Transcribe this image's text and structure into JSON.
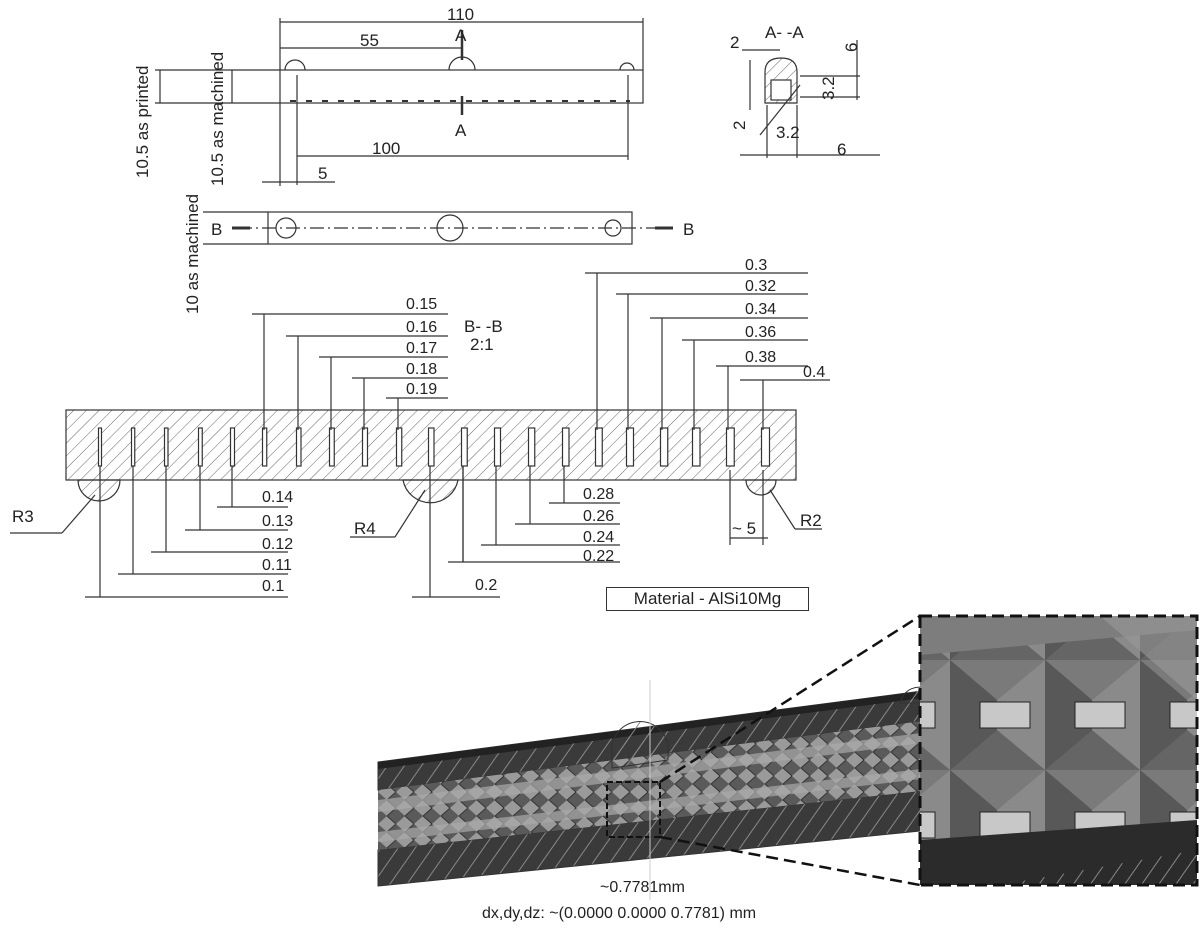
{
  "top_view": {
    "overall_length": "110",
    "half_length": "55",
    "hole_spacing": "100",
    "edge_offset": "5",
    "height_printed": "10.5 as printed",
    "height_machined": "10.5 as machined",
    "section_label_top": "A",
    "section_label_bottom": "A"
  },
  "section_a": {
    "title": "A- -A",
    "dims": [
      "2",
      "6",
      "3.2",
      "2",
      "3.2",
      "6"
    ]
  },
  "plan_view": {
    "width_machined": "10 as machined",
    "section_label_left": "B",
    "section_label_right": "B"
  },
  "section_b": {
    "title": "B- -B",
    "scale": "2:1",
    "upper_left_gaps": [
      "0.15",
      "0.16",
      "0.17",
      "0.18",
      "0.19"
    ],
    "upper_right_gaps": [
      "0.3",
      "0.32",
      "0.34",
      "0.36",
      "0.38",
      "0.4"
    ],
    "lower_left_gaps": [
      "0.14",
      "0.13",
      "0.12",
      "0.11",
      "0.1"
    ],
    "lower_mid_gap": "0.2",
    "lower_right_gaps": [
      "0.28",
      "0.26",
      "0.24",
      "0.22"
    ],
    "radius_left": "R3",
    "radius_mid": "R4",
    "radius_right": "R2",
    "pitch": "~ 5",
    "material": "Material - AlSi10Mg"
  },
  "render": {
    "measure_value": "~0.7781mm",
    "measure_vector": "dx,dy,dz: ~(0.0000 0.0000 0.7781) mm"
  },
  "colors": {
    "line": "#333333",
    "hatch": "#555555",
    "render_dark": "#2a2a2a",
    "render_mid": "#6e6e6e",
    "render_light": "#a8a8a8"
  }
}
